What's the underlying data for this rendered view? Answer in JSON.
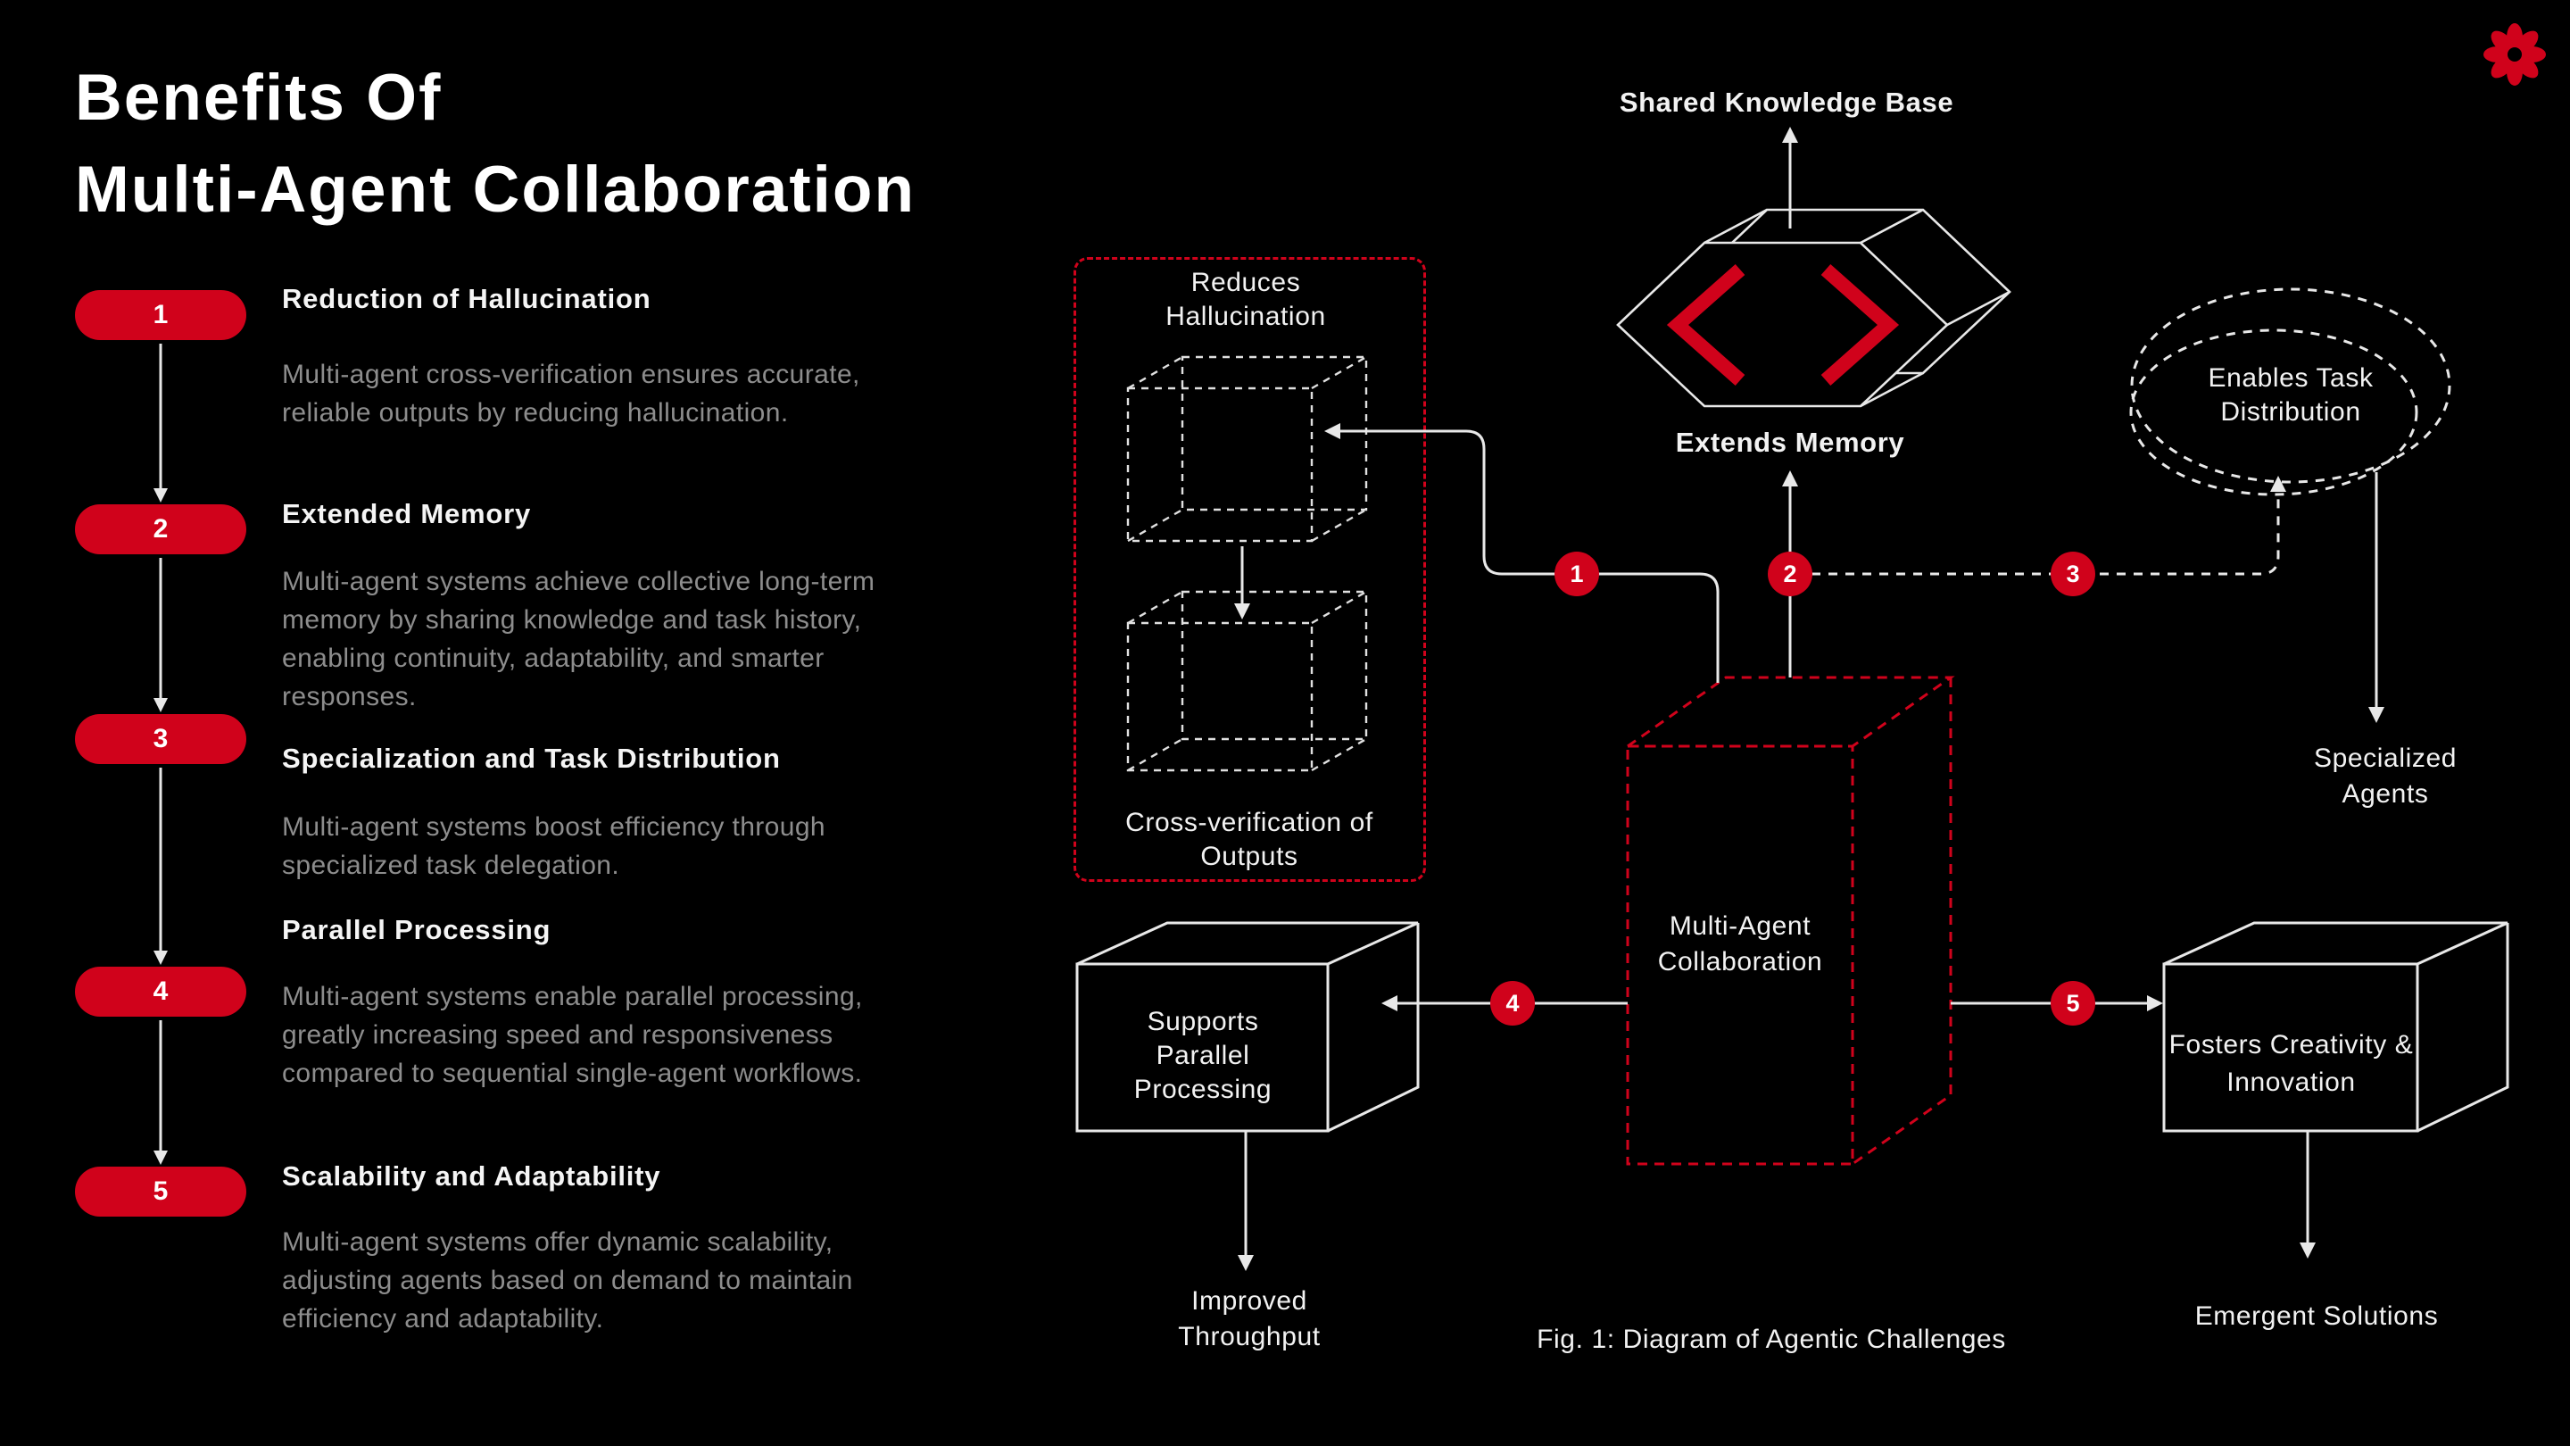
{
  "title": {
    "line1": "Benefits Of",
    "line2": "Multi-Agent Collaboration"
  },
  "benefits": [
    {
      "number": "1",
      "heading": "Reduction of Hallucination",
      "description": "Multi-agent cross-verification ensures accurate, reliable outputs by reducing hallucination."
    },
    {
      "number": "2",
      "heading": "Extended Memory",
      "description": "Multi-agent systems achieve collective long-term memory by sharing knowledge and task history, enabling continuity, adaptability, and smarter responses."
    },
    {
      "number": "3",
      "heading": "Specialization and Task Distribution",
      "description": "Multi-agent systems boost efficiency through specialized task delegation."
    },
    {
      "number": "4",
      "heading": "Parallel Processing",
      "description": "Multi-agent systems enable parallel processing, greatly increasing speed and responsiveness compared to sequential single-agent workflows."
    },
    {
      "number": "5",
      "heading": "Scalability and Adaptability",
      "description": "Multi-agent systems offer dynamic scalability, adjusting agents based on demand to maintain efficiency and adaptability."
    }
  ],
  "diagram": {
    "badges": [
      "1",
      "2",
      "3",
      "4",
      "5"
    ],
    "nodes": {
      "shared_knowledge_base": "Shared Knowledge Base",
      "extends_memory": "Extends Memory",
      "reduces_hallucination": "Reduces Hallucination",
      "cross_verification_of_outputs": "Cross-verification of Outputs",
      "multi_agent_collaboration": "Multi-Agent Collaboration",
      "enables_task_distribution": "Enables Task Distribution",
      "specialized_agents": "Specialized Agents",
      "supports_parallel_processing": "Supports Parallel Processing",
      "improved_throughput": "Improved Throughput",
      "fosters_creativity_innovation": "Fosters Creativity & Innovation",
      "emergent_solutions": "Emergent Solutions"
    },
    "caption": "Fig. 1: Diagram of Agentic Challenges"
  },
  "colors": {
    "background": "#000000",
    "accent_red": "#d0021b",
    "text_primary": "#ffffff",
    "text_muted": "#8d8d8d",
    "line": "#e8e8e8"
  }
}
